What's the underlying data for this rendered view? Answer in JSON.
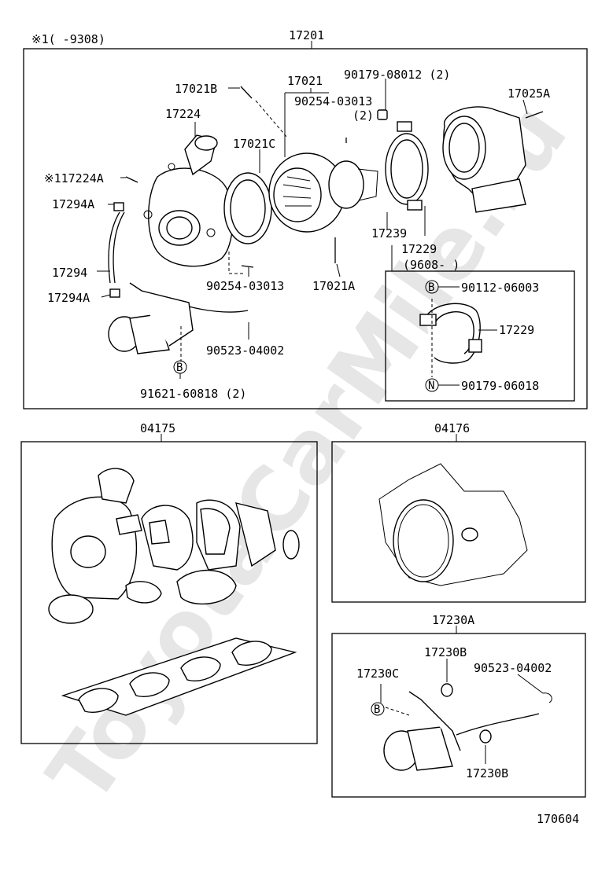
{
  "watermark": "ToyotaCarMile.ru",
  "note_top_left": "※1(   -9308)",
  "groups": {
    "main": "17201",
    "gasket_left": "04175",
    "gasket_right": "04176",
    "actuator": "17230A"
  },
  "labels": {
    "p17021B": "17021B",
    "p17021": "17021",
    "p90254_top": "90254-03013",
    "p90254_top_qty": "(2)",
    "p90179_08012": "90179-08012 (2)",
    "p17025A": "17025A",
    "p17224": "17224",
    "p17021C": "17021C",
    "p117224A": "※117224A",
    "p17294A_top": "17294A",
    "p17294": "17294",
    "p17294A_bottom": "17294A",
    "p90254_bottom": "90254-03013",
    "p17021A": "17021A",
    "p90523_main": "90523-04002",
    "p91621": "91621-60818 (2)",
    "p17239": "17239",
    "p17229": "17229",
    "p9608": "(9608-    )",
    "p90112": "90112-06003",
    "p17229_inset": "17229",
    "p90179_06018": "90179-06018",
    "p17230C": "17230C",
    "p17230B_top": "17230B",
    "p90523_act": "90523-04002",
    "p17230B_bottom": "17230B",
    "code": "170604"
  },
  "markers": {
    "b": "B",
    "n": "N"
  }
}
